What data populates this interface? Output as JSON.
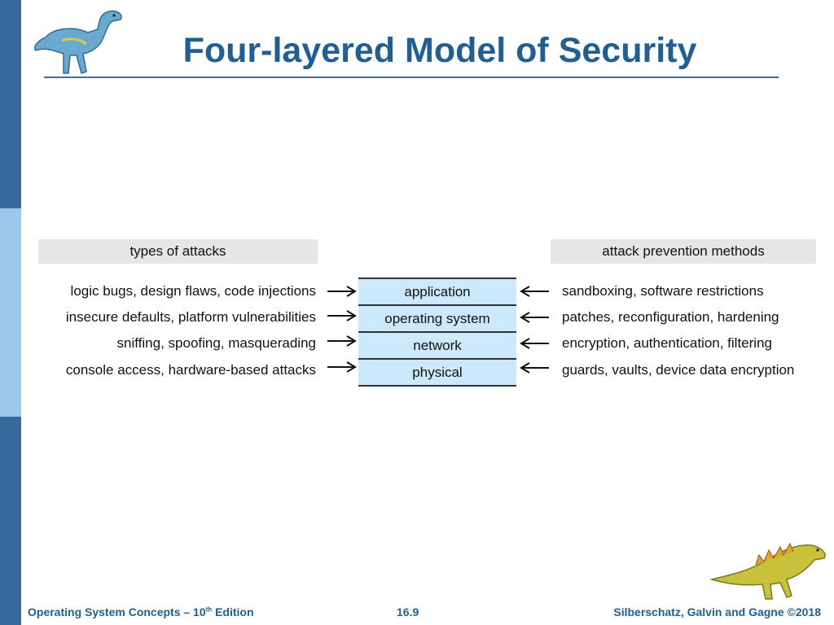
{
  "title": "Four-layered Model of Security",
  "headers": {
    "attacks": "types of attacks",
    "prevention": "attack prevention methods"
  },
  "rows": [
    {
      "attack": "logic bugs, design flaws, code injections",
      "layer": "application",
      "prevention": "sandboxing, software restrictions"
    },
    {
      "attack": "insecure defaults, platform vulnerabilities",
      "layer": "operating system",
      "prevention": "patches, reconfiguration, hardening"
    },
    {
      "attack": "sniffing, spoofing, masquerading",
      "layer": "network",
      "prevention": "encryption, authentication, filtering"
    },
    {
      "attack": "console access, hardware-based attacks",
      "layer": "physical",
      "prevention": "guards, vaults, device data encryption"
    }
  ],
  "footer": {
    "left_pre": "Operating System Concepts – 10",
    "left_sup": "th",
    "left_post": " Edition",
    "page": "16.9",
    "right": "Silberschatz, Galvin and Gagne ©2018"
  },
  "colors": {
    "title": "#1f5f95",
    "layer_fill": "#cce9fb",
    "header_fill": "#e6e6e6",
    "sidebar": "#36699c"
  }
}
